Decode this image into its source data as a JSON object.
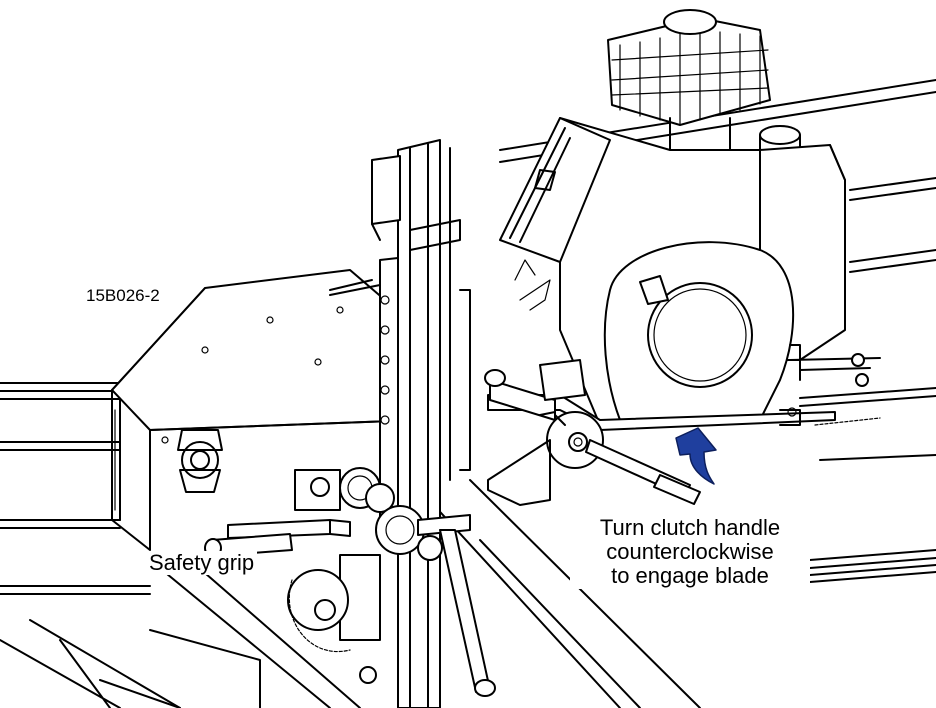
{
  "figure": {
    "id_label": "15B026-2"
  },
  "callouts": {
    "safety_grip": "Safety grip",
    "clutch_line1": "Turn clutch handle",
    "clutch_line2": "counterclockwise",
    "clutch_line3": "to engage blade"
  },
  "colors": {
    "arrow": "#1f3f9e",
    "line": "#000000",
    "background": "#ffffff"
  },
  "icons": {
    "rotation_arrow": "curved-arrow-counterclockwise"
  }
}
